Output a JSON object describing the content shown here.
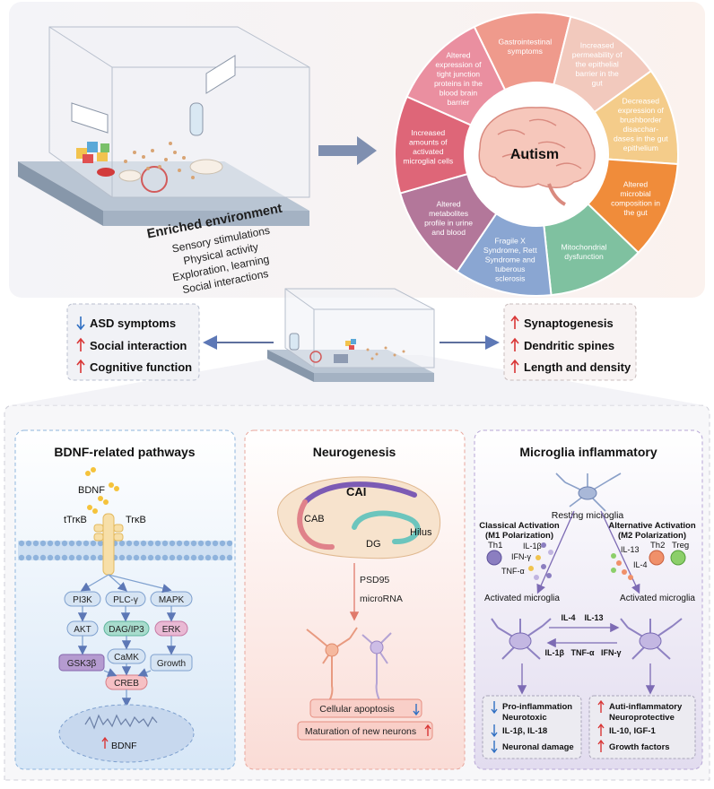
{
  "top": {
    "environment": {
      "title": "Enriched environment",
      "lines": [
        "Sensory stimulations",
        "Physical activity",
        "Exploration, learning",
        "Social interactions"
      ]
    },
    "autism": {
      "center": "Autism",
      "segments": [
        {
          "text": "Gastrointestinal symptoms",
          "color": "#ef9a8c"
        },
        {
          "text": "Increased permeability of the epithelial barrier in the gut",
          "color": "#f2c9bd"
        },
        {
          "text": "Decreased expression of brushborder disacchar- dases in the gut epithelium",
          "color": "#f4cc8a"
        },
        {
          "text": "Altered microbial composition in the gut",
          "color": "#f08c3a"
        },
        {
          "text": "Mitochondrial dysfunction",
          "color": "#7fc1a0"
        },
        {
          "text": "Fragile X Syndrome, Rett Syndrome and tuberous sclerosis",
          "color": "#8aa6d2"
        },
        {
          "text": "Altered metabolites profile in urine and blood",
          "color": "#b3779a"
        },
        {
          "text": "Increased amounts of activated microglial cells",
          "color": "#de6678"
        },
        {
          "text": "Altered expression of tight junction proteins in the blood brain barrier",
          "color": "#ea8fa0"
        }
      ]
    }
  },
  "middle": {
    "left_box": [
      "ASD symptoms",
      "Social interaction",
      "Cognitive function"
    ],
    "right_box": [
      "Synaptogenesis",
      "Dendritic spines",
      "Length and density"
    ]
  },
  "panels": {
    "bdnf": {
      "title": "BDNF-related pathways",
      "bdnf": "BDNF",
      "ttrkb": "tTrκB",
      "trkb": "TrκB",
      "nodes": {
        "pi3k": "PI3K",
        "plc": "PLC-γ",
        "mapk": "MAPK",
        "akt": "AKT",
        "dag": "DAG/IP3",
        "erk": "ERK",
        "camk": "CaMK",
        "gsk": "GSK3β",
        "growth": "Growth",
        "creb": "CREB"
      },
      "nucleus": "BDNF"
    },
    "neuro": {
      "title": "Neurogenesis",
      "cai": "CAI",
      "cab": "CAB",
      "hilus": "Hilus",
      "dg": "DG",
      "psd": "PSD95",
      "mirna": "microRNA",
      "apoptosis": "Cellular apoptosis",
      "maturation": "Maturation of new neurons"
    },
    "micro": {
      "title": "Microglia inflammatory",
      "resting": "Resting microglia",
      "classical": "Classical Activation",
      "m1": "(M1 Polarization)",
      "alternative": "Alternative Activation",
      "m2": "(M2 Polarization)",
      "th1": "Th1",
      "il1b": "IL-1β",
      "ifn": "IFN-γ",
      "tnf": "TNF-α",
      "il13": "IL-13",
      "th2": "Th2",
      "treg": "Treg",
      "il4": "IL-4",
      "act_left": "Activated microglia",
      "act_right": "Activated microglia",
      "mid_top": "IL-4    IL-13",
      "mid_bottom": "IL-1β   TNF-α   IFN-γ",
      "pro_title": "Pro-inflammation",
      "pro_sub": "Neurotoxic",
      "pro_line2": "IL-1β, IL-18",
      "pro_line3": "Neuronal damage",
      "anti_title": "Auti-inflammatory",
      "anti_sub": "Neuroprotective",
      "anti_line2": "IL-10, IGF-1",
      "anti_line3": "Growth factors"
    }
  }
}
